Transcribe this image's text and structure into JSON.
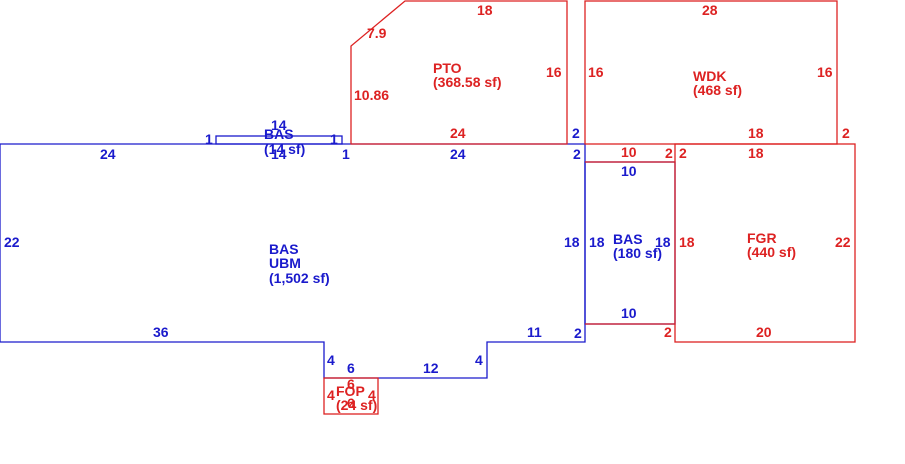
{
  "colors": {
    "blue": "#1a1acc",
    "red": "#dd2222",
    "background": "#ffffff"
  },
  "areas": {
    "bas_main": {
      "code1": "BAS",
      "code2": "UBM",
      "area": "(1,502 sf)"
    },
    "bas_small": {
      "code": "BAS",
      "area": "(14 sf)"
    },
    "bas_mid": {
      "code": "BAS",
      "area": "(180 sf)"
    },
    "pto": {
      "code": "PTO",
      "area": "(368.58 sf)"
    },
    "wdk": {
      "code": "WDK",
      "area": "(468 sf)"
    },
    "fgr": {
      "code": "FGR",
      "area": "(440 sf)"
    },
    "fop": {
      "code": "FOP",
      "area": "(24 sf)"
    }
  },
  "dimensions": {
    "bas_main": {
      "top_left": "24",
      "top_right": "24",
      "left": "22",
      "bottom_left": "36",
      "right": "18",
      "step_right": "2",
      "right_bottom": "11",
      "step_right_top": "2",
      "notch_left": "4",
      "notch_right": "4",
      "notch_bottom": "12",
      "fop_top": "6",
      "top_small": "1"
    },
    "bas_small": {
      "top": "14",
      "bottom": "14",
      "left": "1",
      "right": "1"
    },
    "pto": {
      "top": "18",
      "diag": "7.9",
      "left": "10.86",
      "right": "16",
      "bottom": "24",
      "bottom_right": "2"
    },
    "wdk": {
      "top": "28",
      "left": "16",
      "right": "16",
      "bottom": "18",
      "bottom_right": "2"
    },
    "bas_mid": {
      "top": "10",
      "left": "18",
      "right": "18",
      "bottom": "10"
    },
    "fgr": {
      "top_left": "10",
      "top_corner": "2",
      "top_corner2": "2",
      "top": "18",
      "left": "18",
      "right": "22",
      "bottom": "20",
      "bottom_corner": "2"
    },
    "fop": {
      "top": "6",
      "left": "4",
      "right": "4",
      "bottom": "6"
    }
  }
}
